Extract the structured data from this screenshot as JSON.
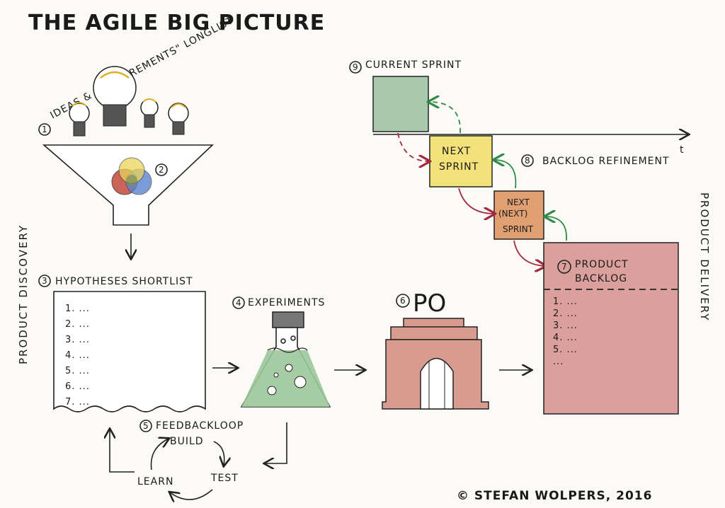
{
  "title": "THE AGILE BIG PICTURE",
  "labels": {
    "ideas_num": "1",
    "ideas": "IDEAS & \"REQUIREMENTS\" LONGLIST",
    "funnel_num": "2",
    "hypotheses_num": "3",
    "hypotheses": "HYPOTHESES SHORTLIST",
    "experiments_num": "4",
    "experiments": "EXPERIMENTS",
    "feedback_num": "5",
    "feedback": "FEEDBACKLOOP",
    "po_num": "6",
    "po": "PO",
    "backlog_num": "7",
    "product_backlog_line1": "PRODUCT",
    "product_backlog_line2": "BACKLOG",
    "refinement_num": "8",
    "refinement": "BACKLOG REFINEMENT",
    "current_num": "9",
    "current_sprint": "CURRENT SPRINT",
    "next_sprint_line1": "NEXT",
    "next_sprint_line2": "SPRINT",
    "next_next_line1": "NEXT",
    "next_next_line2": "(NEXT)",
    "next_next_line3": "SPRINT",
    "time_axis": "t",
    "product_discovery": "PRODUCT DISCOVERY",
    "product_delivery": "PRODUCT DELIVERY",
    "loop_build": "BUILD",
    "loop_test": "TEST",
    "loop_learn": "LEARN",
    "copyright": "© STEFAN WOLPERS, 2016"
  },
  "shortlist_items": [
    "1. ...",
    "2. ...",
    "3. ...",
    "4. ...",
    "5. ...",
    "6. ...",
    "7. ..."
  ],
  "backlog_items": [
    "1. ...",
    "2. ...",
    "3. ...",
    "4. ...",
    "5. ...",
    "..."
  ],
  "colors": {
    "current_sprint": "#a9c9ad",
    "next_sprint": "#f3e27a",
    "next_next_sprint": "#e0a072",
    "product_backlog": "#dba09c",
    "gate": "#d99a90",
    "flask": "#9cc79a",
    "arrow_red": "#a3283e",
    "arrow_green": "#2f8a45"
  }
}
